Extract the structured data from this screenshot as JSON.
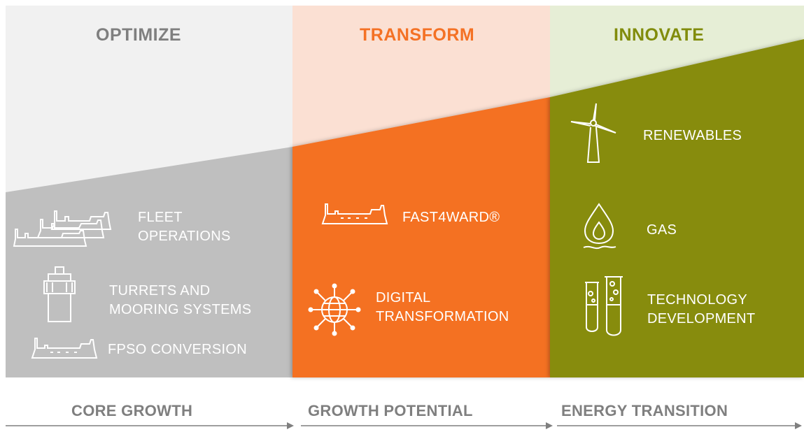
{
  "columns": [
    {
      "heading": "OPTIMIZE",
      "heading_color": "#7f7f7f",
      "panel_color": "#bfbfbf",
      "items": [
        {
          "label": "FLEET\nOPERATIONS",
          "icon": "fleet-ships-icon"
        },
        {
          "label": "TURRETS AND\nMOORING SYSTEMS",
          "icon": "turret-icon"
        },
        {
          "label": "FPSO CONVERSION",
          "icon": "fpso-ship-icon"
        }
      ]
    },
    {
      "heading": "TRANSFORM",
      "heading_color": "#f47124",
      "panel_color": "#f47124",
      "items": [
        {
          "label": "FAST4WARD®",
          "icon": "ship-icon"
        },
        {
          "label": "DIGITAL\nTRANSFORMATION",
          "icon": "digital-globe-icon"
        }
      ]
    },
    {
      "heading": "INNOVATE",
      "heading_color": "#818c0c",
      "panel_color": "#878c0c",
      "items": [
        {
          "label": "RENEWABLES",
          "icon": "wind-turbine-icon"
        },
        {
          "label": "GAS",
          "icon": "gas-flame-icon"
        },
        {
          "label": "TECHNOLOGY\nDEVELOPMENT",
          "icon": "test-tubes-icon"
        }
      ]
    }
  ],
  "bottom": [
    "CORE GROWTH",
    "GROWTH POTENTIAL",
    "ENERGY TRANSITION"
  ]
}
